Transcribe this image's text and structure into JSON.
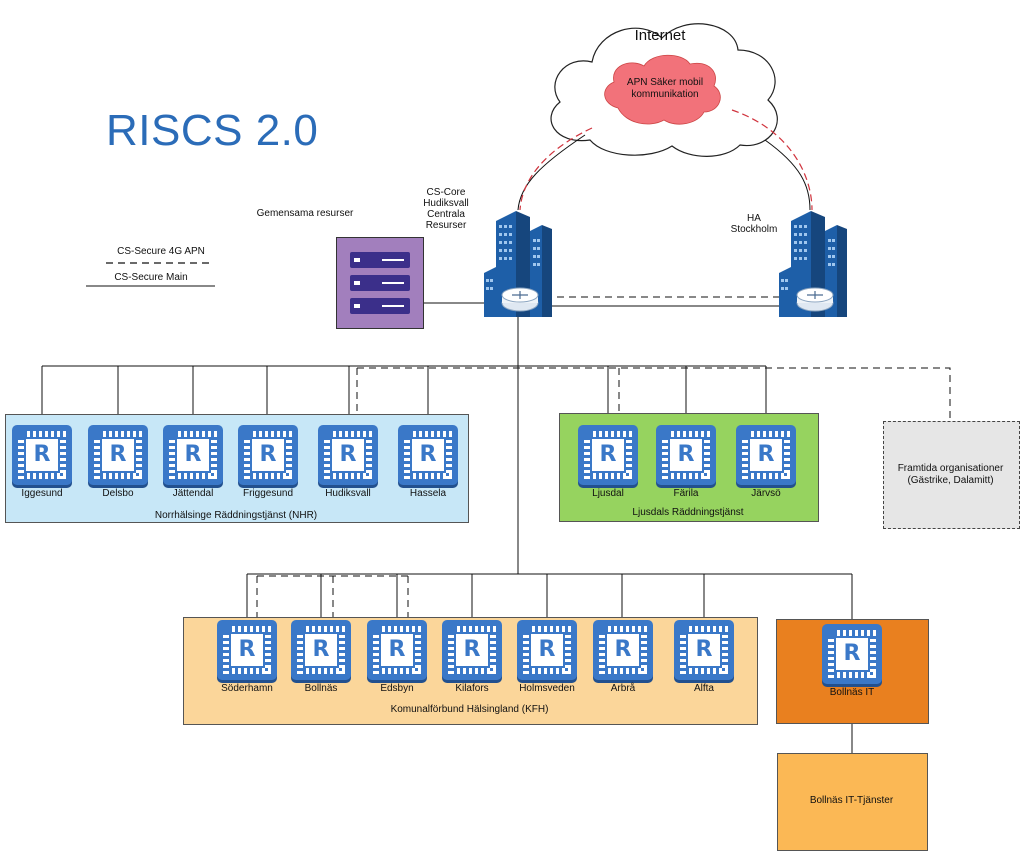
{
  "title": "RISCS 2.0",
  "legend": {
    "apn_label": "CS-Secure 4G APN",
    "main_label": "CS-Secure Main"
  },
  "internet": {
    "title": "Internet",
    "apn_text_1": "APN Säker mobil",
    "apn_text_2": "kommunikation"
  },
  "core": {
    "label_lines": [
      "CS-Core",
      "Hudiksvall",
      "Centrala",
      "Resurser"
    ]
  },
  "ha": {
    "label_lines": [
      "HA",
      "Stockholm"
    ]
  },
  "shared": {
    "label": "Gemensama resurser"
  },
  "groups": {
    "nhr": {
      "label": "Norrhälsinge Räddningstjänst (NHR)",
      "routers": [
        "Iggesund",
        "Delsbo",
        "Jättendal",
        "Friggesund",
        "Hudiksvall",
        "Hassela"
      ]
    },
    "ljusdal": {
      "label": "Ljusdals Räddningstjänst",
      "routers": [
        "Ljusdal",
        "Färila",
        "Järvsö"
      ]
    },
    "future": {
      "label_1": "Framtida organisationer",
      "label_2": "(Gästrike, Dalamitt)"
    },
    "kfh": {
      "label": "Komunalförbund Hälsingland (KFH)",
      "routers": [
        "Söderhamn",
        "Bollnäs",
        "Edsbyn",
        "Kilafors",
        "Holmsveden",
        "Arbrå",
        "Alfta"
      ]
    },
    "bollnas_it": {
      "router": "Bollnäs IT"
    },
    "bollnas_tjanster": {
      "label": "Bollnäs  IT-Tjänster"
    }
  },
  "colors": {
    "title": "#2b6cb8",
    "router_blue": "#3a78c8",
    "nhr_fill": "#c7e7f7",
    "ljusdal_fill": "#96d35f",
    "future_fill": "#e6e6e6",
    "kfh_fill": "#fbd69a",
    "bollnas_it_fill": "#e9801f",
    "bollnas_tjanster_fill": "#fbb855",
    "shared_fill": "#a27fbd",
    "apn_cloud": "#f2727a",
    "apn_line": "#d0333d"
  },
  "icons": {
    "router": "router-chip-icon",
    "building": "building-router-icon",
    "server": "server-rack-icon",
    "cloud": "cloud-icon"
  }
}
